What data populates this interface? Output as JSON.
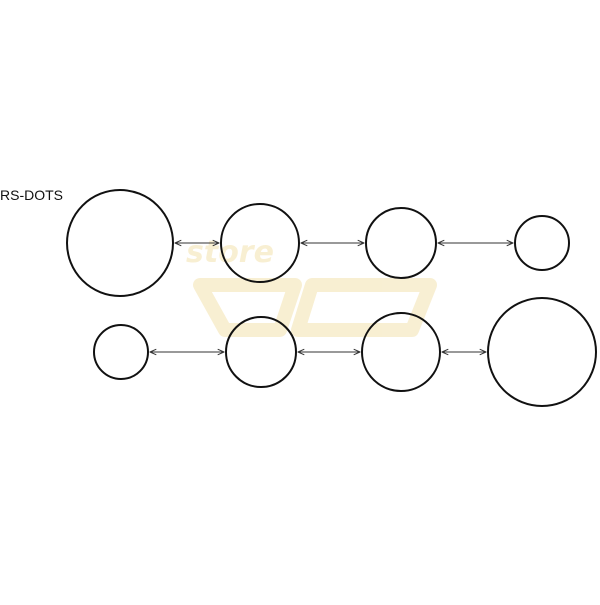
{
  "diagram": {
    "title": "RS-DOTS",
    "colors": {
      "stroke": "#111111",
      "arrow": "#333333",
      "watermark": "#f3e2ae",
      "background": "#ffffff"
    },
    "rows": [
      {
        "id": "top",
        "order": "decreasing",
        "dot_count": 4,
        "connector_count": 3
      },
      {
        "id": "bottom",
        "order": "increasing",
        "dot_count": 4,
        "connector_count": 3
      }
    ],
    "watermark": {
      "text": "store",
      "logo": "4C"
    }
  }
}
